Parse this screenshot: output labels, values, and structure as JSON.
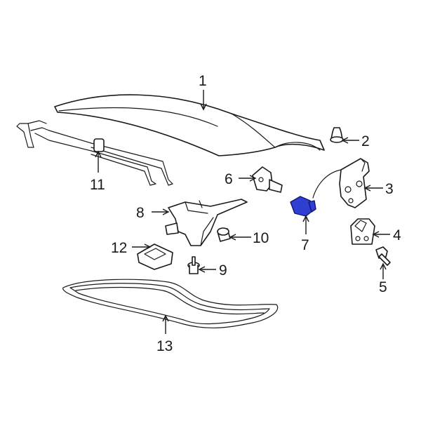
{
  "highlight_color": "#2f3fd1",
  "callouts": [
    {
      "id": "1",
      "text": "1",
      "part": "trunk-lid"
    },
    {
      "id": "2",
      "text": "2",
      "part": "bumper-stop"
    },
    {
      "id": "3",
      "text": "3",
      "part": "trunk-lid-latch"
    },
    {
      "id": "4",
      "text": "4",
      "part": "striker"
    },
    {
      "id": "5",
      "text": "5",
      "part": "striker-bolt"
    },
    {
      "id": "6",
      "text": "6",
      "part": "lock-cylinder"
    },
    {
      "id": "7",
      "text": "7",
      "part": "release-switch"
    },
    {
      "id": "8",
      "text": "8",
      "part": "hinge"
    },
    {
      "id": "9",
      "text": "9",
      "part": "hinge-bolt"
    },
    {
      "id": "10",
      "text": "10",
      "part": "grommet"
    },
    {
      "id": "11",
      "text": "11",
      "part": "torsion-bar"
    },
    {
      "id": "12",
      "text": "12",
      "part": "hinge-bracket"
    },
    {
      "id": "13",
      "text": "13",
      "part": "weatherstrip"
    }
  ]
}
